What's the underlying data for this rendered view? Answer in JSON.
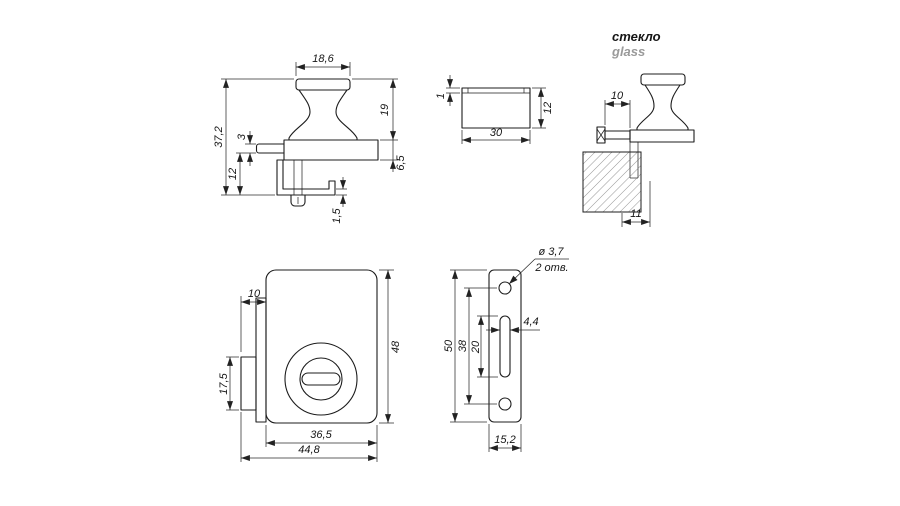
{
  "page": {
    "background": "#ffffff",
    "line_color": "#1c1c1c"
  },
  "annotations": {
    "material_ru": "стекло",
    "material_en": "glass"
  },
  "views": {
    "side": {
      "knob_width": "18,6",
      "total_height": "37,2",
      "bolt_thickness": "3",
      "bracket_height": "12",
      "knob_height": "19",
      "plate_height": "6,5",
      "lip_thickness": "1,5"
    },
    "gasket": {
      "layer_thickness": "1",
      "width": "30",
      "height": "12"
    },
    "mount": {
      "offset_top": "10",
      "offset_bottom": "11"
    },
    "front": {
      "bolt_throw": "10",
      "bolt_height": "17,5",
      "body_height": "48",
      "body_width": "36,5",
      "overall_width": "44,8"
    },
    "strike_plate": {
      "hole_diameter": "ø 3,7",
      "hole_count": "2 отв.",
      "height": "50",
      "hole_spacing": "38",
      "slot_length": "20",
      "slot_width": "4,4",
      "width": "15,2"
    }
  }
}
